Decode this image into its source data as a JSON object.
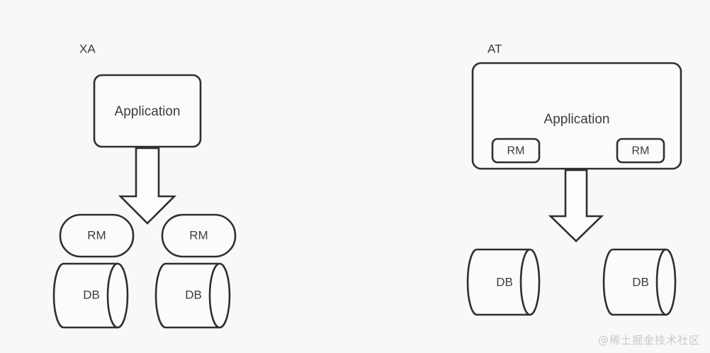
{
  "background_color": "#f8f8f8",
  "stroke_color": "#2f2f2f",
  "text_color": "#3c3c3c",
  "diagram": {
    "title": "",
    "panels": [
      {
        "id": "xa",
        "label": "XA",
        "application": {
          "label": "Application",
          "shape": "rounded-rectangle"
        },
        "arrow": {
          "direction": "down",
          "style": "block-arrow-outline"
        },
        "resource_managers": [
          {
            "label": "RM",
            "shape": "stadium"
          },
          {
            "label": "RM",
            "shape": "stadium"
          }
        ],
        "databases": [
          {
            "label": "DB",
            "shape": "cylinder-horizontal"
          },
          {
            "label": "DB",
            "shape": "cylinder-horizontal"
          }
        ]
      },
      {
        "id": "at",
        "label": "AT",
        "application": {
          "label": "Application",
          "shape": "rounded-rectangle",
          "embedded_resource_managers": [
            {
              "label": "RM",
              "shape": "rounded-rectangle-small"
            },
            {
              "label": "RM",
              "shape": "rounded-rectangle-small"
            }
          ]
        },
        "arrow": {
          "direction": "down",
          "style": "block-arrow-outline"
        },
        "databases": [
          {
            "label": "DB",
            "shape": "cylinder-horizontal"
          },
          {
            "label": "DB",
            "shape": "cylinder-horizontal"
          }
        ]
      }
    ]
  },
  "watermark": {
    "text": "@稀土掘金技术社区"
  }
}
